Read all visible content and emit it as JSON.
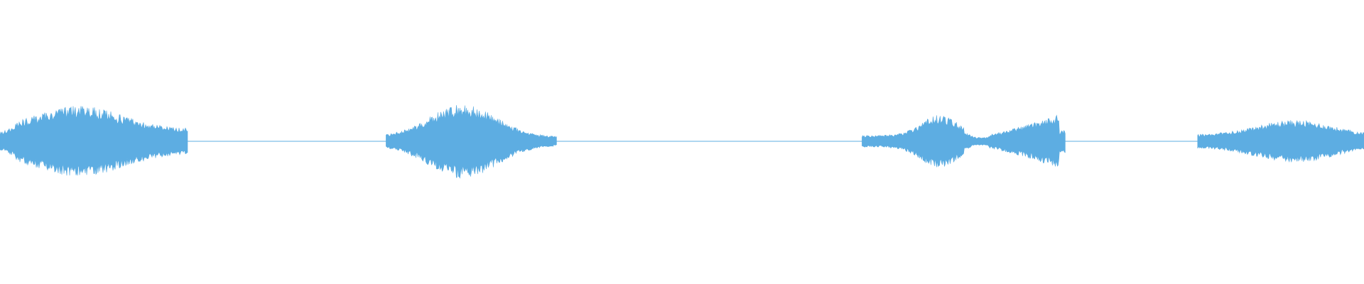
{
  "waveform": {
    "color": "#5dade2",
    "background": "#ffffff",
    "segments": [
      {
        "kind": "sound",
        "start": 0.0,
        "end": 0.138,
        "peak": 0.125,
        "shape": "swell-early"
      },
      {
        "kind": "silence",
        "start": 0.138,
        "end": 0.283
      },
      {
        "kind": "sound",
        "start": 0.283,
        "end": 0.408,
        "peak": 0.13,
        "shape": "swell-center"
      },
      {
        "kind": "silence",
        "start": 0.408,
        "end": 0.632
      },
      {
        "kind": "sound",
        "start": 0.632,
        "end": 0.781,
        "peak": 0.095,
        "shape": "double-rise"
      },
      {
        "kind": "silence",
        "start": 0.781,
        "end": 0.878
      },
      {
        "kind": "sound",
        "start": 0.878,
        "end": 1.0,
        "peak": 0.075,
        "shape": "gentle-swell"
      }
    ]
  }
}
